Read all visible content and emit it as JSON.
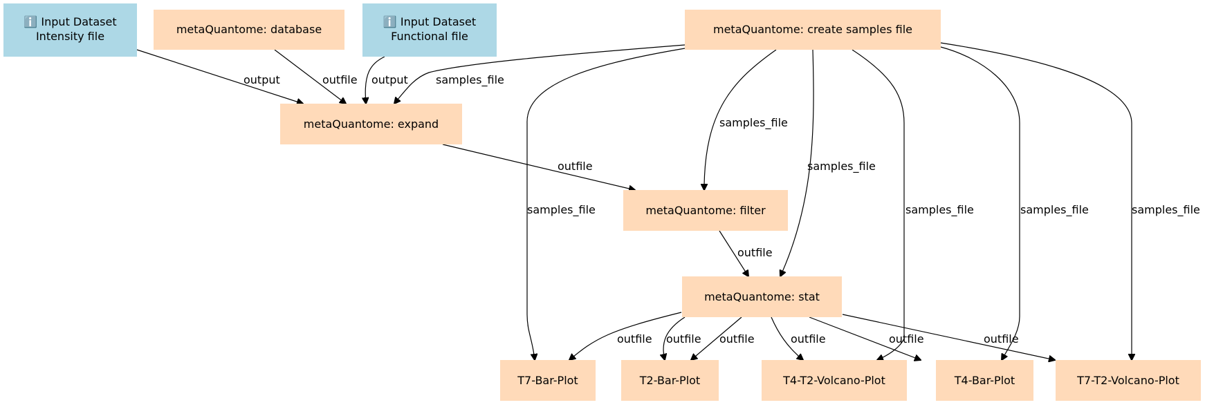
{
  "colors": {
    "input": "#add8e6",
    "tool": "#ffdab9",
    "edge": "#000000"
  },
  "nodes": {
    "input_intensity": {
      "line1": "ℹ️ Input Dataset",
      "line2": "Intensity file",
      "kind": "input"
    },
    "database": {
      "label": "metaQuantome: database",
      "kind": "tool"
    },
    "input_functional": {
      "line1": "ℹ️ Input Dataset",
      "line2": "Functional file",
      "kind": "input"
    },
    "create_samples": {
      "label": "metaQuantome: create samples file",
      "kind": "tool"
    },
    "expand": {
      "label": "metaQuantome: expand",
      "kind": "tool"
    },
    "filter": {
      "label": "metaQuantome: filter",
      "kind": "tool"
    },
    "stat": {
      "label": "metaQuantome: stat",
      "kind": "tool"
    },
    "t7_bar": {
      "label": "T7-Bar-Plot",
      "kind": "tool"
    },
    "t2_bar": {
      "label": "T2-Bar-Plot",
      "kind": "tool"
    },
    "t4_t2_volcano": {
      "label": "T4-T2-Volcano-Plot",
      "kind": "tool"
    },
    "t4_bar": {
      "label": "T4-Bar-Plot",
      "kind": "tool"
    },
    "t7_t2_volcano": {
      "label": "T7-T2-Volcano-Plot",
      "kind": "tool"
    }
  },
  "edges": [
    {
      "from": "input_intensity",
      "to": "expand",
      "label": "output"
    },
    {
      "from": "database",
      "to": "expand",
      "label": "outfile"
    },
    {
      "from": "input_functional",
      "to": "expand",
      "label": "output"
    },
    {
      "from": "create_samples",
      "to": "expand",
      "label": "samples_file"
    },
    {
      "from": "create_samples",
      "to": "t7_bar",
      "label": "samples_file"
    },
    {
      "from": "create_samples",
      "to": "filter",
      "label": "samples_file"
    },
    {
      "from": "create_samples",
      "to": "stat",
      "label": "samples_file"
    },
    {
      "from": "create_samples",
      "to": "t4_t2_volcano",
      "label": "samples_file"
    },
    {
      "from": "create_samples",
      "to": "t4_bar",
      "label": "samples_file"
    },
    {
      "from": "create_samples",
      "to": "t7_t2_volcano",
      "label": "samples_file"
    },
    {
      "from": "expand",
      "to": "filter",
      "label": "outfile"
    },
    {
      "from": "filter",
      "to": "stat",
      "label": "outfile"
    },
    {
      "from": "stat",
      "to": "t7_bar",
      "label": "outfile"
    },
    {
      "from": "stat",
      "to": "t2_bar",
      "label": "outfile"
    },
    {
      "from": "stat",
      "to": "t2_bar",
      "label": "outfile"
    },
    {
      "from": "stat",
      "to": "t4_t2_volcano",
      "label": "outfile"
    },
    {
      "from": "stat",
      "to": "t4_bar",
      "label": "outfile"
    },
    {
      "from": "stat",
      "to": "t7_t2_volcano",
      "label": "outfile"
    }
  ]
}
